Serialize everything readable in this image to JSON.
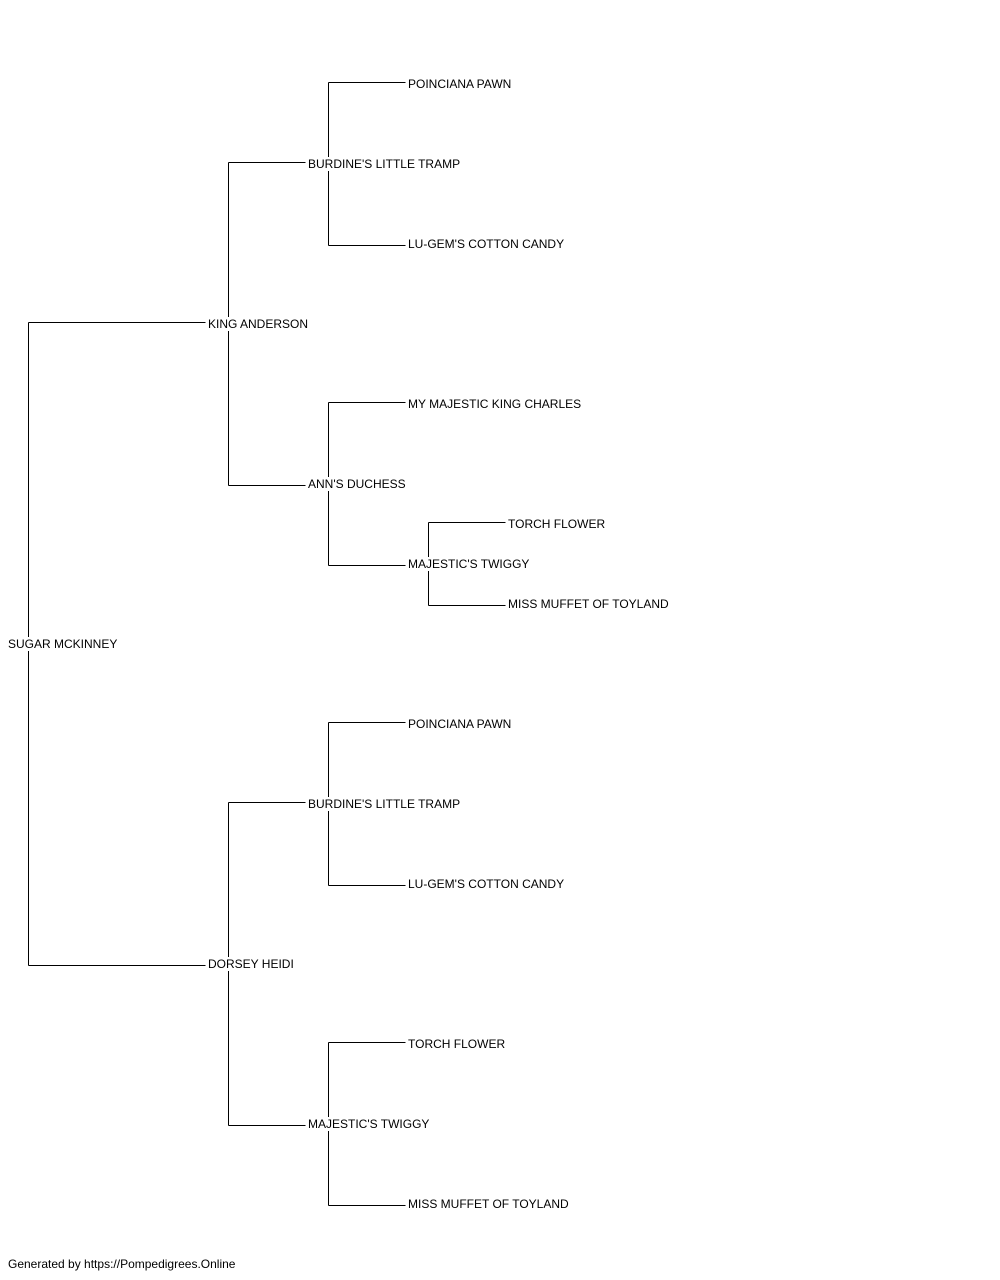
{
  "pedigree": {
    "subject": "SUGAR MCKINNEY",
    "sire": {
      "name": "KING ANDERSON",
      "sire": {
        "name": "BURDINE'S LITTLE TRAMP",
        "sire": "POINCIANA PAWN",
        "dam": "LU-GEM'S COTTON CANDY"
      },
      "dam": {
        "name": "ANN'S DUCHESS",
        "sire": "MY MAJESTIC KING CHARLES",
        "dam": {
          "name": "MAJESTIC'S TWIGGY",
          "sire": "TORCH FLOWER",
          "dam": "MISS MUFFET OF TOYLAND"
        }
      }
    },
    "dam": {
      "name": "DORSEY HEIDI",
      "sire": {
        "name": "BURDINE'S LITTLE TRAMP",
        "sire": "POINCIANA PAWN",
        "dam": "LU-GEM'S COTTON CANDY"
      },
      "dam": {
        "name": "MAJESTIC'S TWIGGY",
        "sire": "TORCH FLOWER",
        "dam": "MISS MUFFET OF TOYLAND"
      }
    }
  },
  "footer": {
    "text": "Generated by https://Pompedigrees.Online"
  },
  "colors": {
    "line": "#000000",
    "text": "#000000",
    "background": "#ffffff"
  }
}
